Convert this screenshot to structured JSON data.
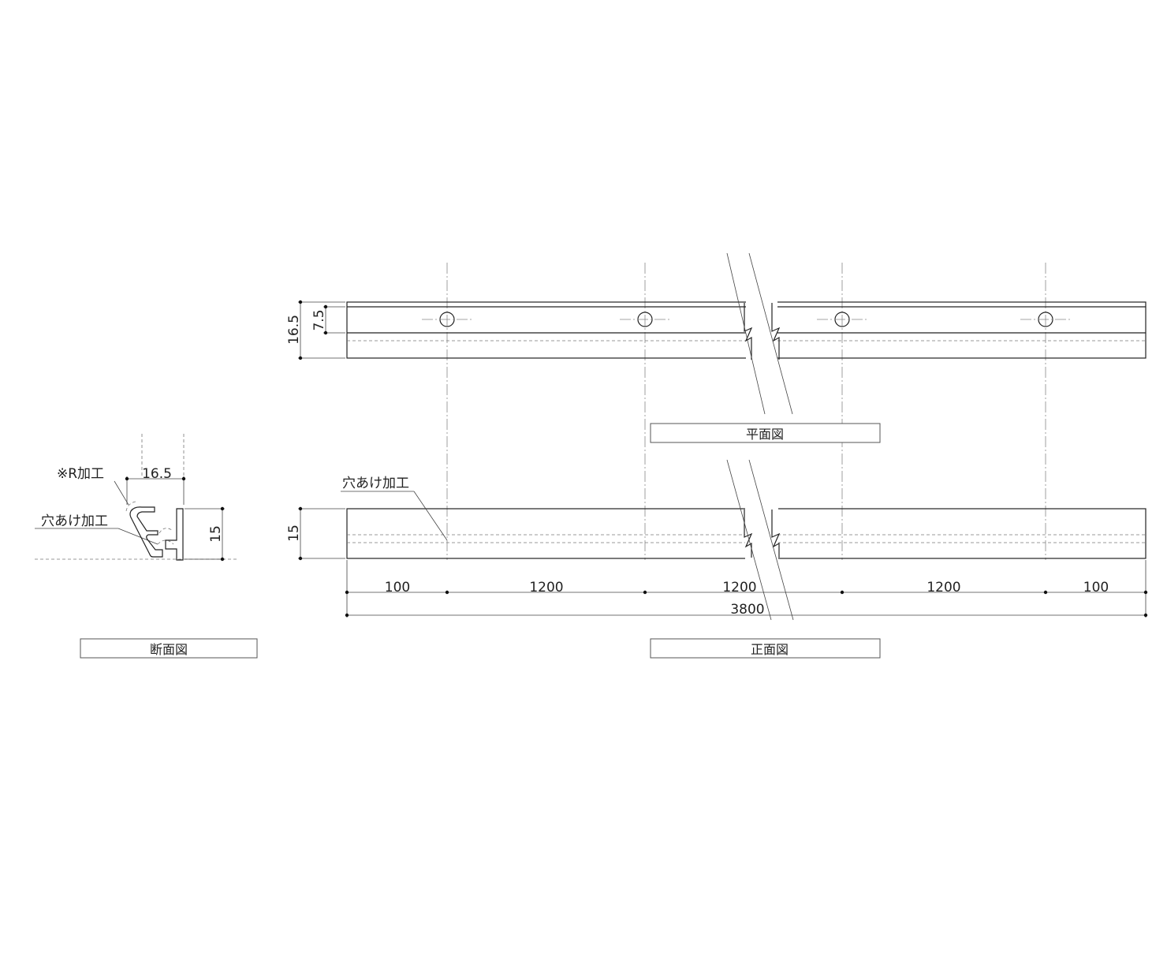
{
  "section_view": {
    "title": "断面図",
    "r_note": "※R加工",
    "hole_note": "穴あけ加工",
    "width_dim": "16.5",
    "height_dim": "15"
  },
  "plan_view": {
    "title": "平面図",
    "total_depth_dim": "16.5",
    "hole_offset_dim": "7.5"
  },
  "front_view": {
    "title": "正面図",
    "hole_note": "穴あけ加工",
    "height_dim": "15",
    "segment_dims": [
      "100",
      "1200",
      "1200",
      "1200",
      "100"
    ],
    "overall_dim": "3800"
  }
}
